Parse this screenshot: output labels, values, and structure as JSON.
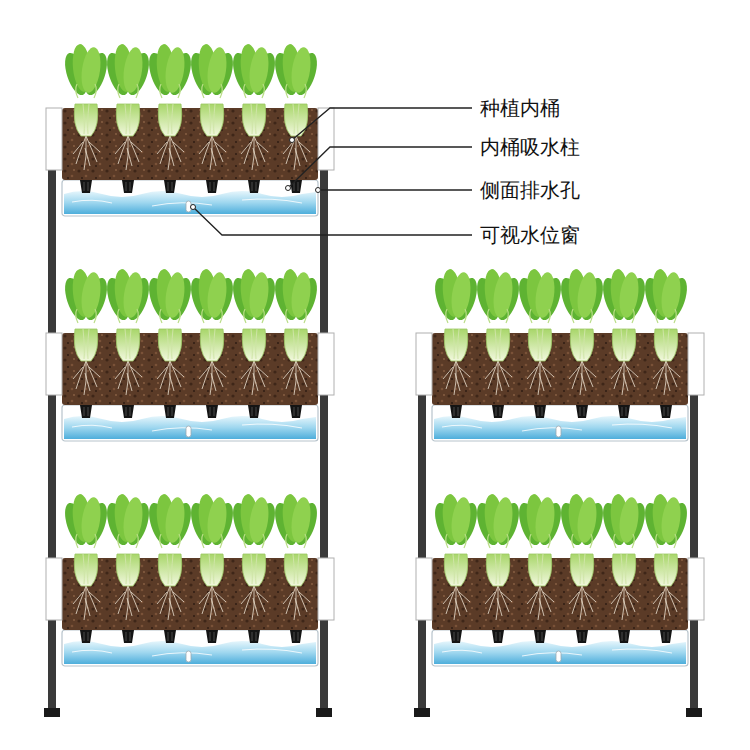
{
  "diagram": {
    "labels": [
      "种植内桶",
      "内桶吸水柱",
      "侧面排水孔",
      "可视水位窗"
    ]
  }
}
